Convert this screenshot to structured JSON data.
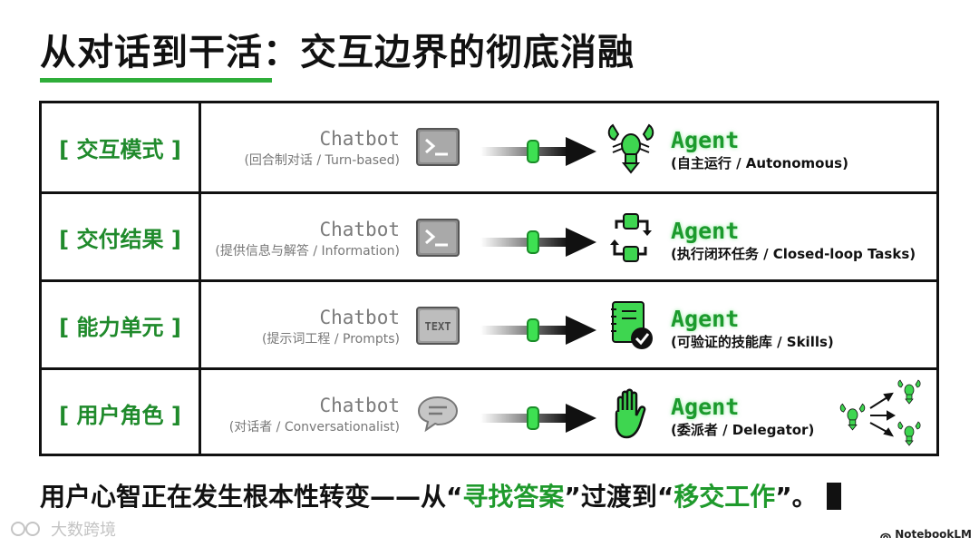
{
  "title": "从对话到干活：交互边界的彻底消融",
  "colors": {
    "accent": "#2fae3a",
    "label": "#1f8a2b",
    "agent": "#1c9a2d",
    "grey": "#7a7a7a"
  },
  "rows": [
    {
      "label": "[ 交互模式 ]",
      "chatbot": "Chatbot",
      "chatbot_sub": "(回合制对话 / Turn-based)",
      "chatbot_icon": "terminal-icon",
      "agent": "Agent",
      "agent_sub": "(自主运行 / Autonomous)",
      "agent_icon": "lobster-icon"
    },
    {
      "label": "[ 交付结果 ]",
      "chatbot": "Chatbot",
      "chatbot_sub": "(提供信息与解答 / Information)",
      "chatbot_icon": "terminal-icon",
      "agent": "Agent",
      "agent_sub": "(执行闭环任务 / Closed-loop Tasks)",
      "agent_icon": "loop-icon"
    },
    {
      "label": "[ 能力单元 ]",
      "chatbot": "Chatbot",
      "chatbot_sub": "(提示词工程 / Prompts)",
      "chatbot_icon": "text-icon",
      "chatbot_icon_text": "TEXT",
      "agent": "Agent",
      "agent_sub": "(可验证的技能库 / Skills)",
      "agent_icon": "verified-notebook-icon"
    },
    {
      "label": "[ 用户角色 ]",
      "chatbot": "Chatbot",
      "chatbot_sub": "(对话者 / Conversationalist)",
      "chatbot_icon": "speech-bubble-icon",
      "agent": "Agent",
      "agent_sub": "(委派者 / Delegator)",
      "agent_icon": "hand-icon"
    }
  ],
  "bottom": {
    "part1": "用户心智正在发生根本性转变——从“",
    "hl1": "寻找答案",
    "part2": "”过渡到“",
    "hl2": "移交工作",
    "part3": "”。"
  },
  "watermark": "大数跨境",
  "brand": "NotebookLM"
}
